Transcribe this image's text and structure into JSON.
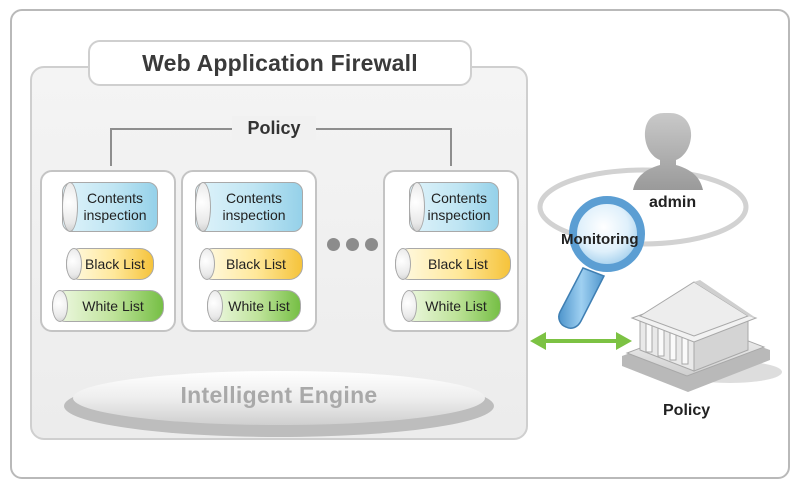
{
  "waf": {
    "title": "Web Application Firewall",
    "policy_label": "Policy",
    "engine_label": "Intelligent Engine"
  },
  "modules": [
    {
      "contents": "Contents inspection",
      "black": "Black List",
      "white": "White List"
    },
    {
      "contents": "Contents inspection",
      "black": "Black List",
      "white": "White List"
    },
    {
      "contents": "Contents inspection",
      "black": "Black List",
      "white": "White List"
    }
  ],
  "right": {
    "admin_label": "admin",
    "monitoring_label": "Monitoring",
    "policy_label": "Policy"
  },
  "colors": {
    "contents": "#bfe5f3",
    "black_list": "#ffe89a",
    "white_list": "#bfe39a",
    "arrow": "#7cc243",
    "magnifier": "#6aaedc"
  },
  "icons": [
    "admin-person-icon",
    "magnifier-icon",
    "building-icon",
    "double-arrow-icon"
  ]
}
